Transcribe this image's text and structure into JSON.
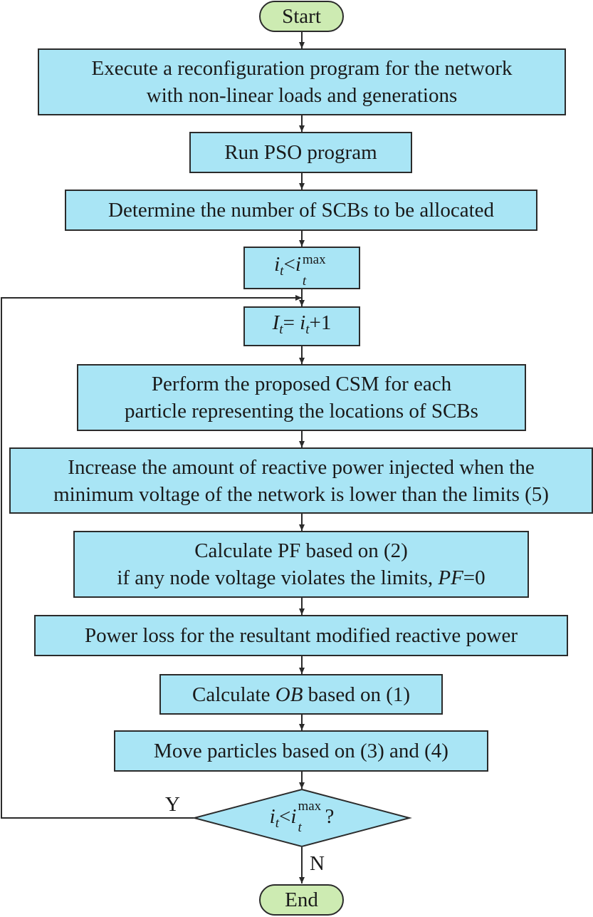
{
  "nodes": {
    "start": "Start",
    "reconfig_line1": "Execute a reconfiguration program for the network",
    "reconfig_line2": "with non-linear loads and generations",
    "run_pso": "Run PSO program",
    "determine_scbs": "Determine the number of SCBs to be allocated",
    "loop_init": {
      "var": "i",
      "sub": "t",
      "op": "<",
      "sup": "max"
    },
    "increment": {
      "lhs": "I",
      "lhs_sub": "t",
      "eq": "= ",
      "rhs": "i",
      "rhs_sub": "t",
      "tail": "+1"
    },
    "csm_line1": "Perform the proposed CSM for each",
    "csm_line2": "particle representing the locations of SCBs",
    "reactive_line1": "Increase the amount of reactive power injected when the",
    "reactive_line2": "minimum voltage of the network is lower than the limits (5)",
    "pf_line1": "Calculate PF based on (2)",
    "pf_line2_pre": "if any node voltage violates the limits, ",
    "pf_line2_var": "PF",
    "pf_line2_post": "=0",
    "power_loss": "Power loss for the resultant modified reactive power",
    "ob_pre": "Calculate ",
    "ob_var": "OB",
    "ob_post": " based on (1)",
    "move_particles": "Move particles based on (3) and (4)",
    "decision": {
      "var": "i",
      "sub": "t",
      "op": "<",
      "sup": "max",
      "tail": "?"
    },
    "end": "End"
  },
  "labels": {
    "yes": "Y",
    "no": "N"
  },
  "colors": {
    "process_fill": "#a9e5f5",
    "terminal_fill": "#cdebb2",
    "stroke": "#2b2b2b"
  }
}
